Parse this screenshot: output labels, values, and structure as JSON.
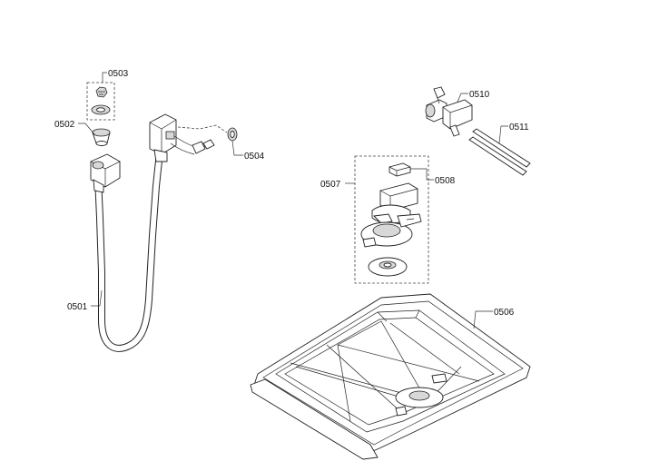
{
  "labels": {
    "p0501": "0501",
    "p0502": "0502",
    "p0503": "0503",
    "p0504": "0504",
    "p0506": "0506",
    "p0507": "0507",
    "p0508": "0508",
    "p0510": "0510",
    "p0511": "0511"
  }
}
